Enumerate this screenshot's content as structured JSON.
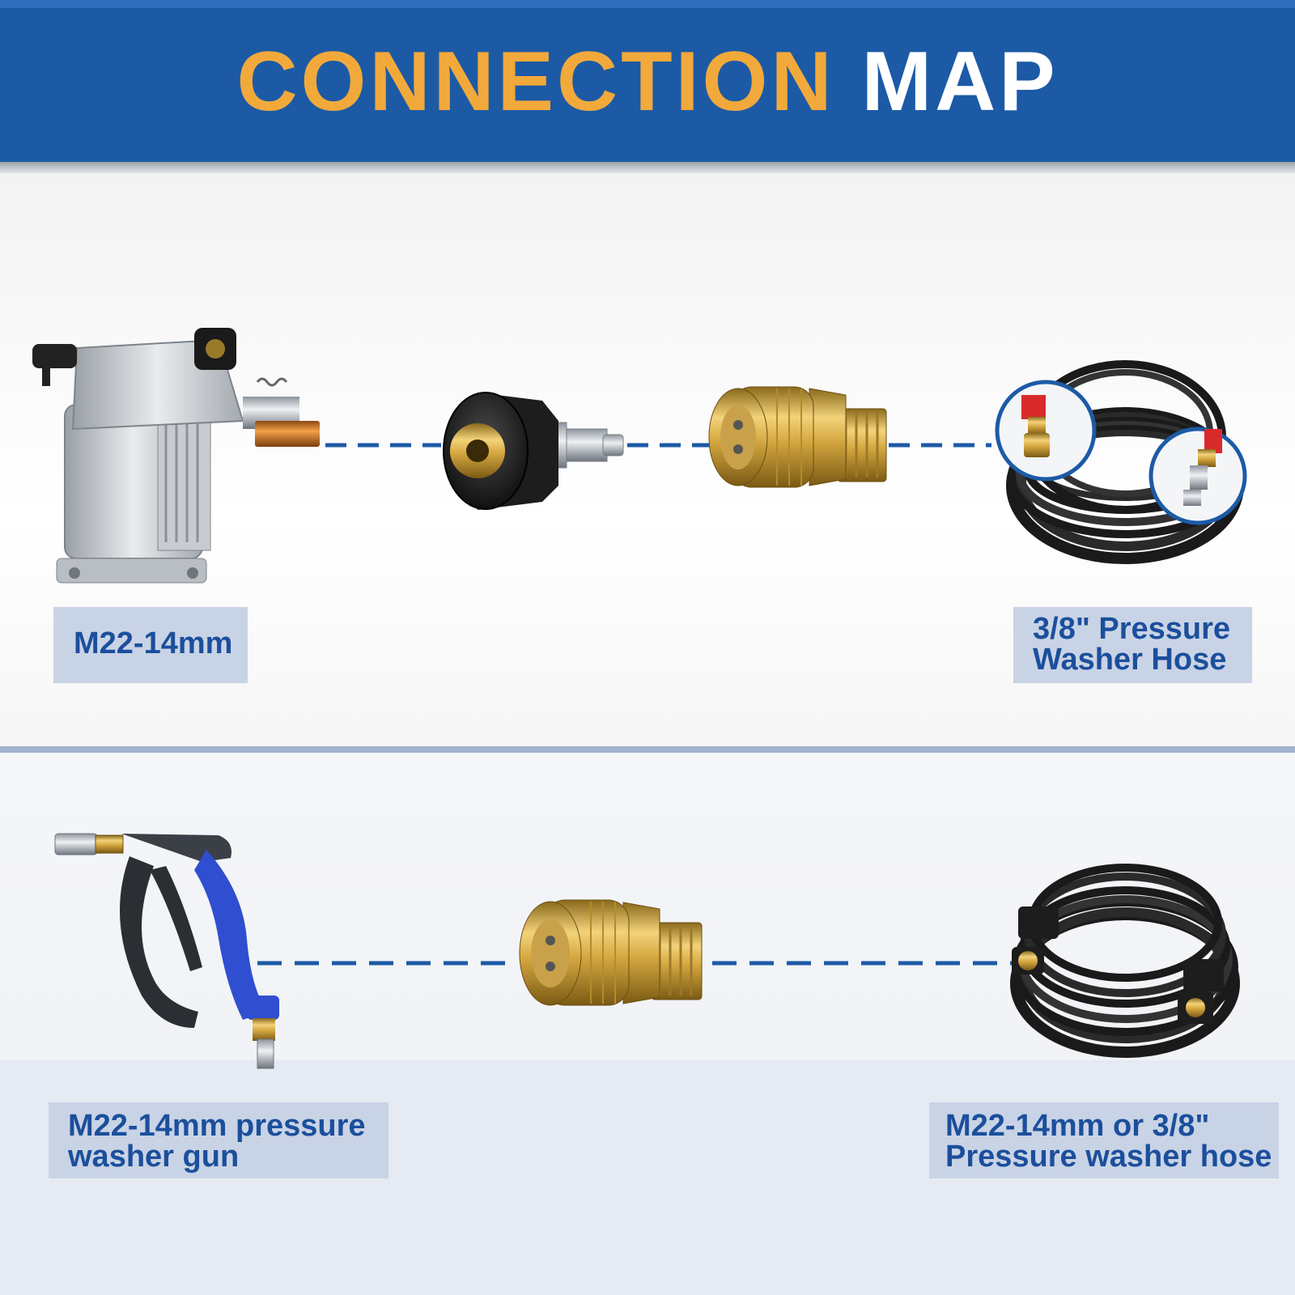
{
  "header": {
    "title_part1": "CONNECTION",
    "title_part2": "MAP",
    "accent_color": "#f2a93b",
    "bg_color": "#1c5aa6"
  },
  "top_row": {
    "items": [
      {
        "name": "pressure-washer-pump",
        "icon": "pump-icon"
      },
      {
        "name": "m22-female-to-quick-plug-adapter",
        "icon": "adapter-icon"
      },
      {
        "name": "quick-connect-socket-to-m22-male",
        "icon": "brass-coupler-icon"
      },
      {
        "name": "coiled-hose-with-quick-connects",
        "icon": "hose-coil-icon"
      }
    ],
    "label_left": "M22-14mm",
    "label_right_line1": "3/8\" Pressure",
    "label_right_line2": "Washer Hose"
  },
  "bottom_row": {
    "items": [
      {
        "name": "pressure-washer-gun",
        "icon": "spray-gun-icon"
      },
      {
        "name": "quick-connect-socket-to-m22-male",
        "icon": "brass-coupler-icon"
      },
      {
        "name": "coiled-hose-with-m22-ends",
        "icon": "hose-coil-icon"
      }
    ],
    "label_left_line1": "M22-14mm pressure",
    "label_left_line2": "washer gun",
    "label_right_line1": "M22-14mm or 3/8\"",
    "label_right_line2": "Pressure washer hose"
  },
  "connector_color": "#1c5aa6"
}
